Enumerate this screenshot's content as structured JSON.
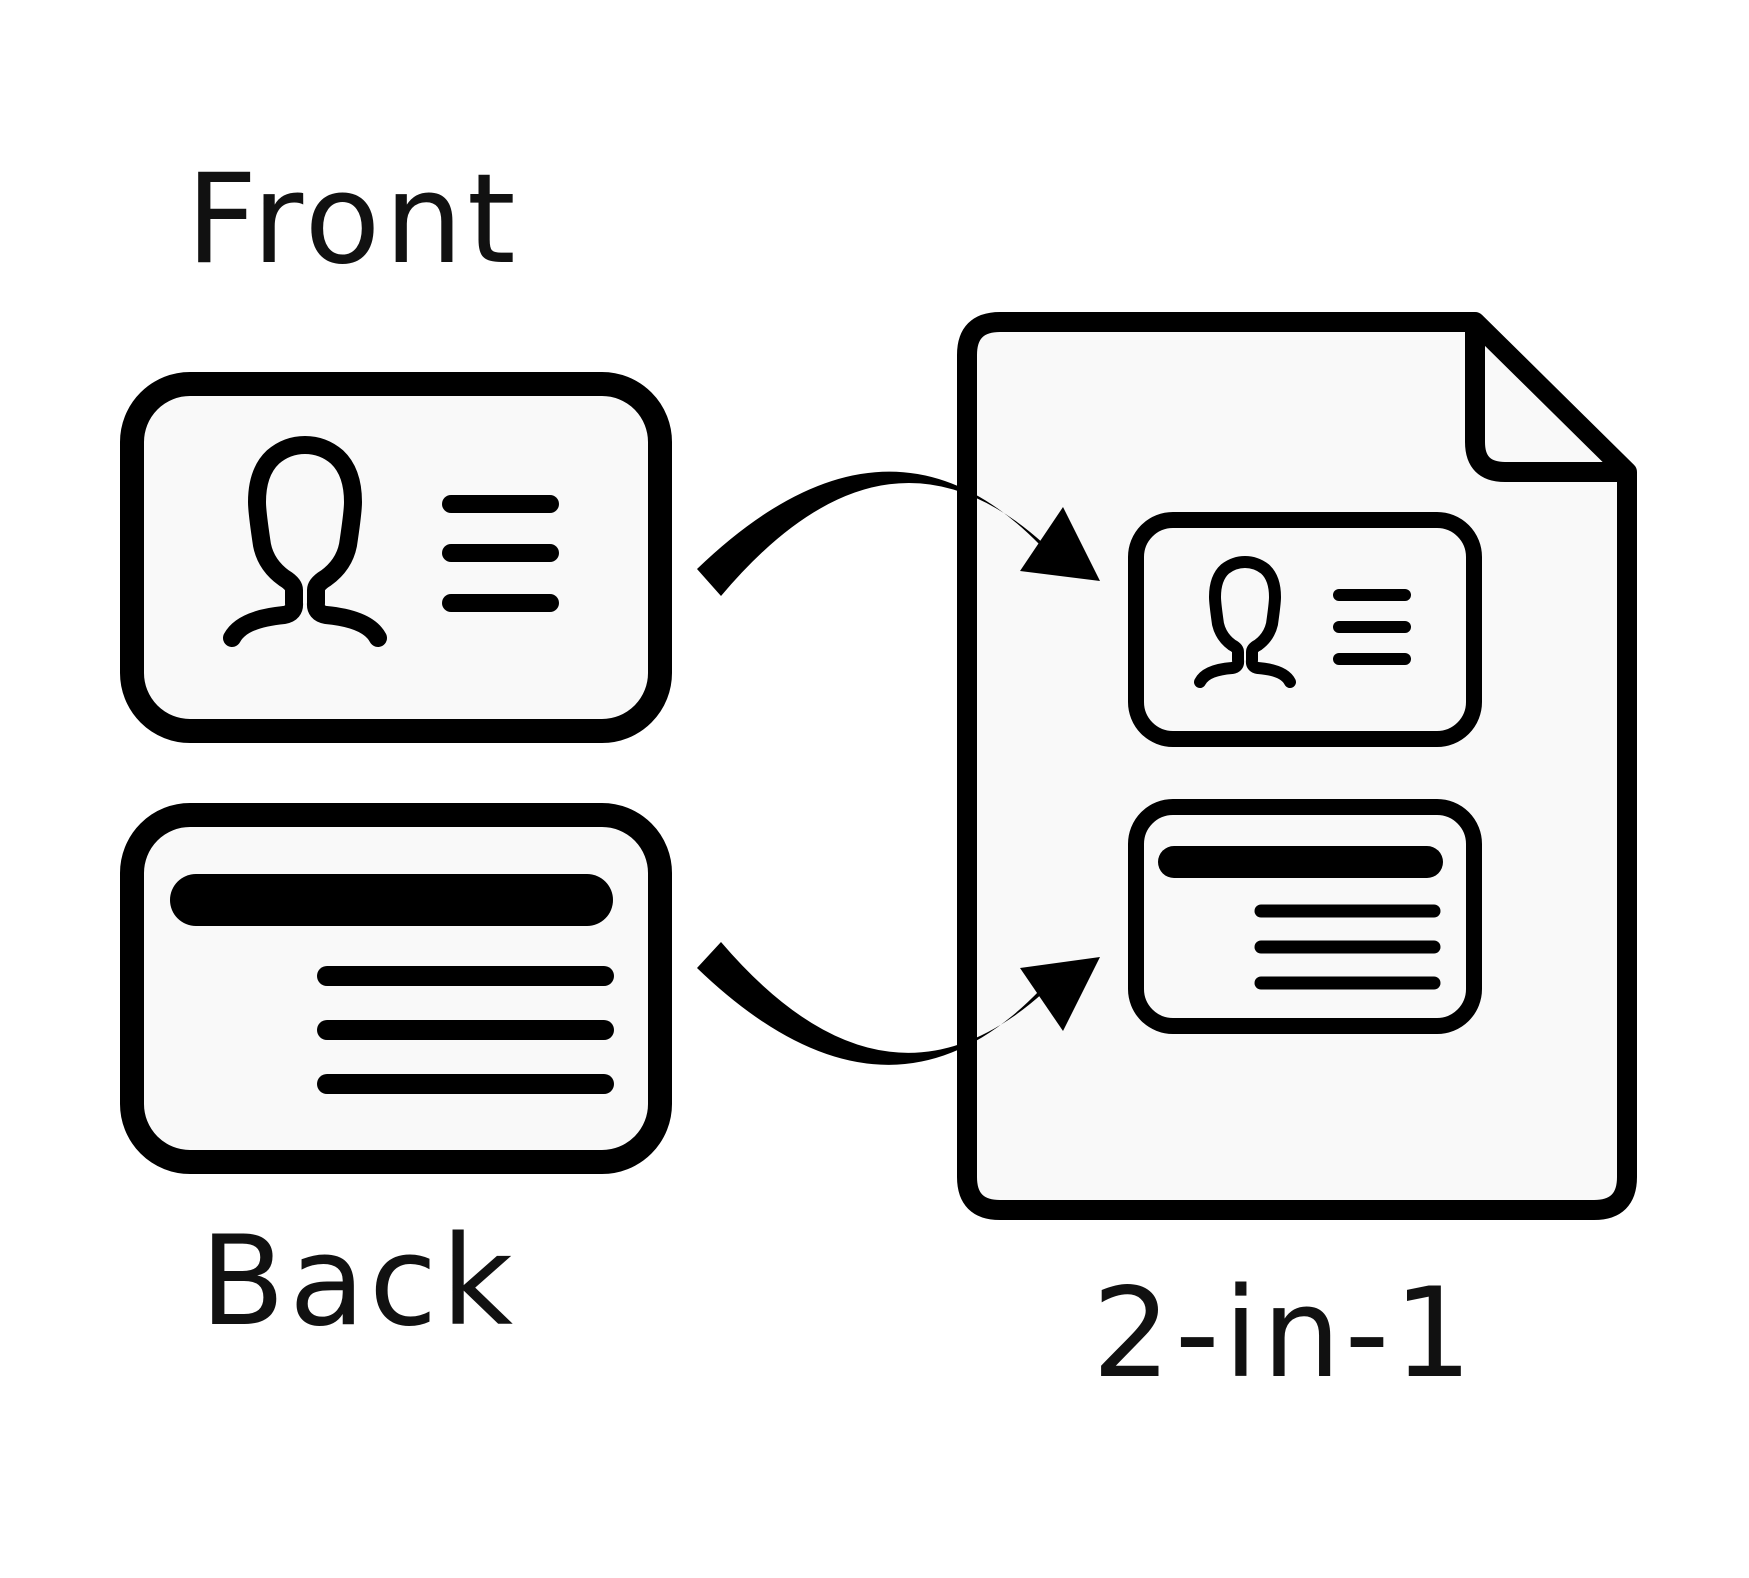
{
  "labels": {
    "front": "Front",
    "back": "Back",
    "output": "2-in-1"
  },
  "colors": {
    "stroke": "#000000",
    "card_fill": "#f9f9f9",
    "page_fill": "#f9f9f9",
    "background": "#ffffff",
    "text": "#111111"
  },
  "icons": {
    "front_card": "id-card-front-icon",
    "back_card": "id-card-back-icon",
    "output_page": "document-page-icon",
    "arrow_top": "curved-arrow-right-icon",
    "arrow_bottom": "curved-arrow-right-icon"
  }
}
